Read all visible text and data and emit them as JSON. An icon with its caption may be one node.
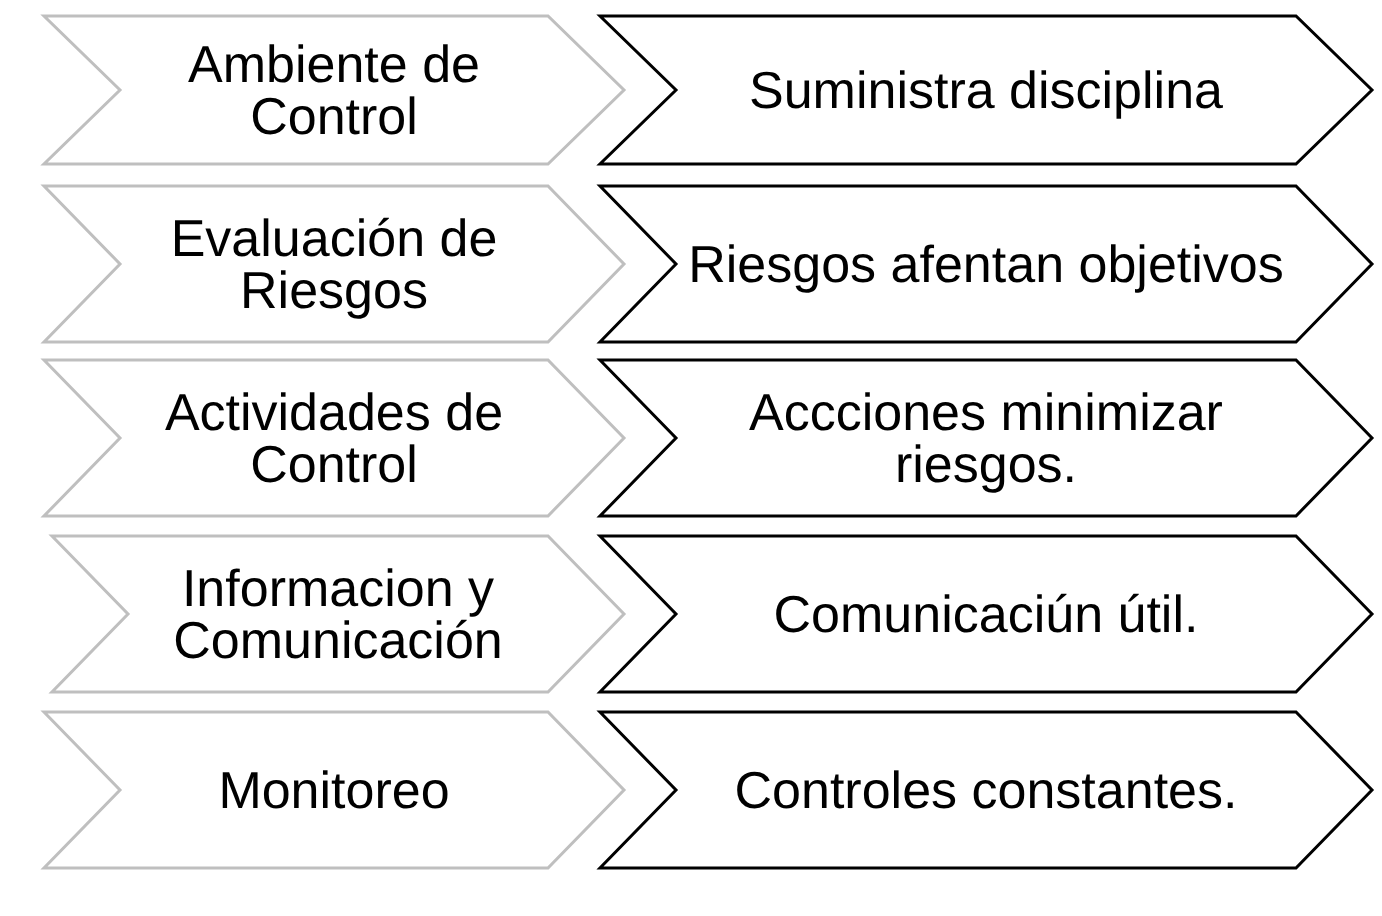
{
  "diagram": {
    "nodes": [
      {
        "text": [
          "Ambiente de Control"
        ]
      },
      {
        "text": [
          "Suministra disciplina"
        ]
      },
      {
        "text": [
          "Evaluación de Riesgos"
        ]
      },
      {
        "text": [
          "Riesgos afentan objetivos"
        ]
      },
      {
        "text": [
          "Actividades de Control"
        ]
      },
      {
        "text": [
          "Accciones minimizar riesgos."
        ]
      },
      {
        "text": [
          "Informacion y Comunicación"
        ]
      },
      {
        "text": [
          "Comunicaciún útil."
        ]
      },
      {
        "text": [
          "Monitoreo"
        ]
      },
      {
        "text": [
          "Controles constantes."
        ]
      }
    ]
  }
}
